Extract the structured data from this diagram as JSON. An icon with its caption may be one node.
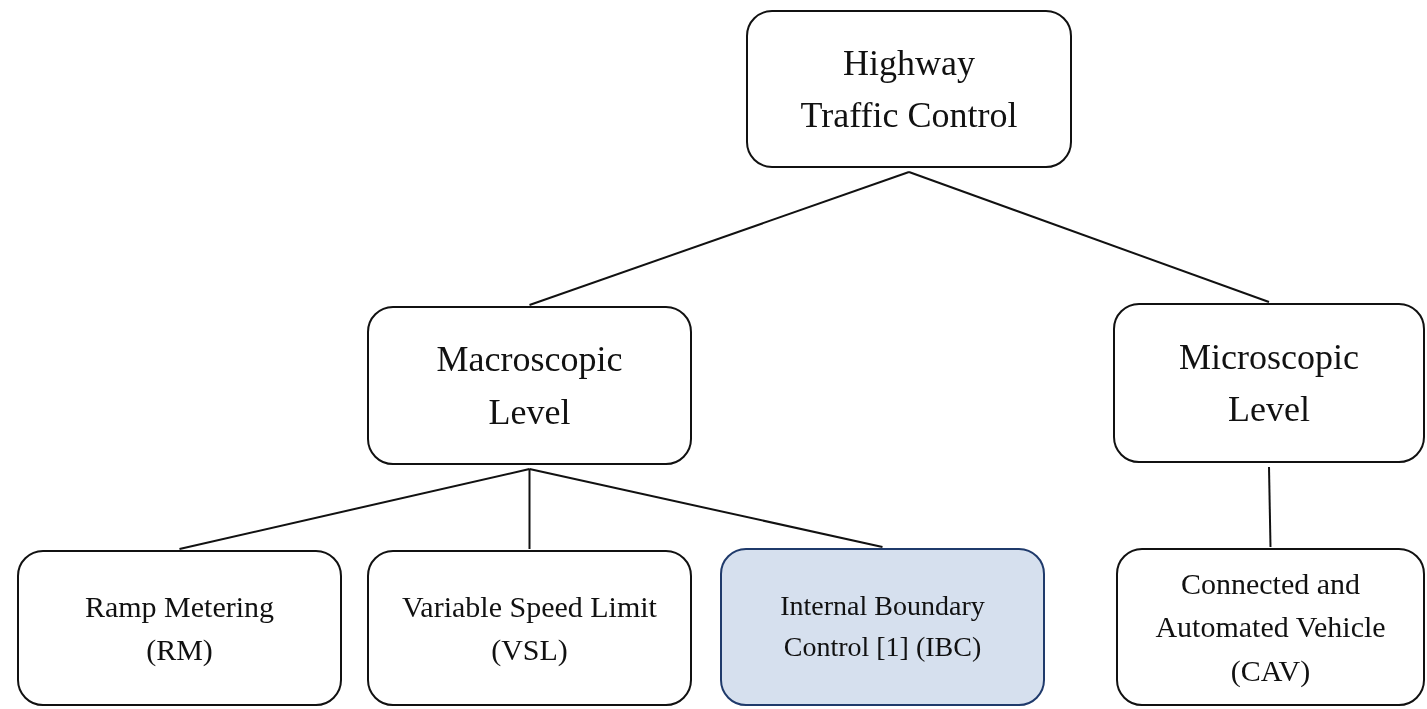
{
  "diagram": {
    "nodes": [
      {
        "text": [
          "Highway Traffic Control"
        ]
      },
      {
        "text": [
          "Macroscopic Level"
        ]
      },
      {
        "text": [
          "Microscopic Level"
        ]
      },
      {
        "text": [
          "Ramp Metering (RM)"
        ]
      },
      {
        "text": [
          "Variable Speed Limit (VSL)"
        ]
      },
      {
        "text": [
          "Internal Boundary Control [1] (IBC)"
        ]
      },
      {
        "text": [
          "Connected and Automated Vehicle (CAV)"
        ]
      }
    ],
    "edges": [
      {
        "from": 0,
        "to": 1,
        "arrow": "none"
      },
      {
        "from": 0,
        "to": 2,
        "arrow": "none"
      },
      {
        "from": 1,
        "to": 3,
        "arrow": "none"
      },
      {
        "from": 1,
        "to": 4,
        "arrow": "none"
      },
      {
        "from": 1,
        "to": 5,
        "arrow": "none"
      },
      {
        "from": 2,
        "to": 6,
        "arrow": "none"
      }
    ]
  }
}
